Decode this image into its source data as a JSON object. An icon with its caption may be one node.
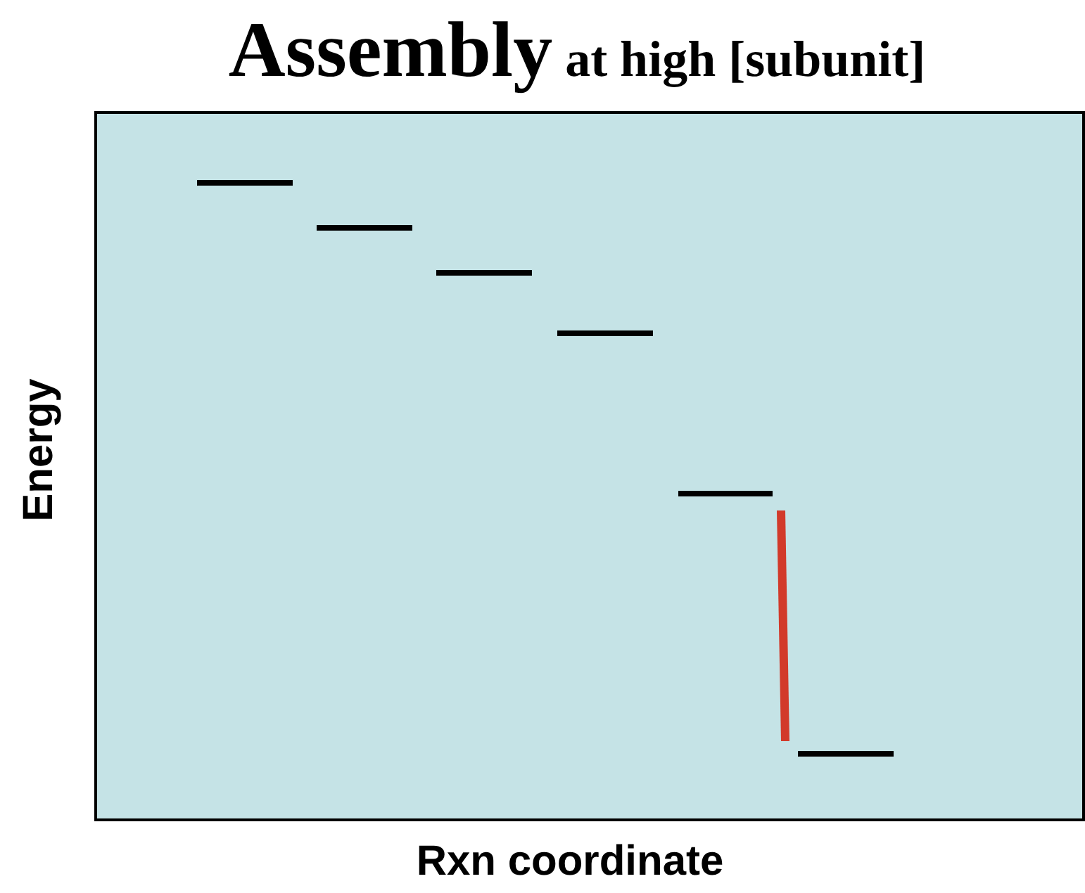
{
  "diagram": {
    "title": "Assembly at high [subunit]",
    "labels": [
      "Energy",
      "Rxn coordinate"
    ]
  }
}
